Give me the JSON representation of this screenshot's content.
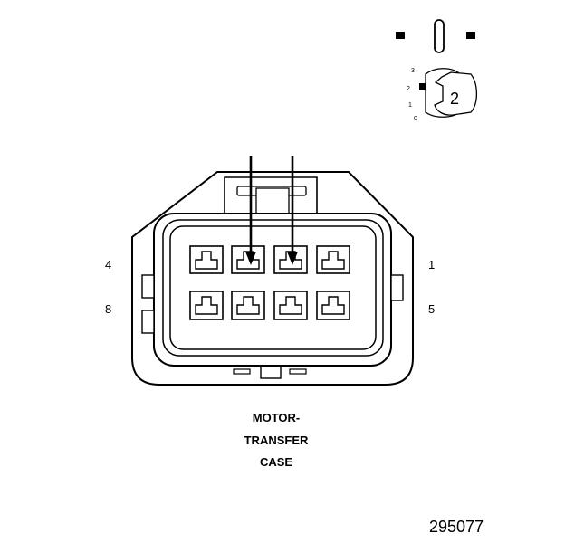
{
  "connector": {
    "pin_labels": {
      "top_left": "4",
      "top_right": "1",
      "bottom_left": "8",
      "bottom_right": "5"
    },
    "caption_lines": [
      "MOTOR-",
      "TRANSFER",
      "CASE"
    ]
  },
  "lock_indicator": {
    "positions": [
      "3",
      "2",
      "1",
      "0"
    ],
    "selected": "2"
  },
  "reference_id": "295077"
}
